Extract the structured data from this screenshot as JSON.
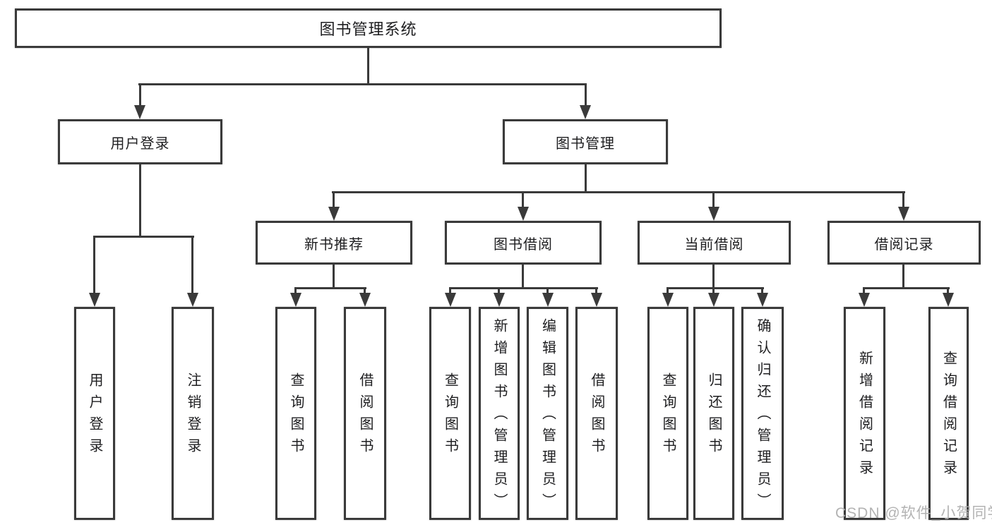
{
  "tree": {
    "root": {
      "label": "图书管理系统",
      "children": [
        {
          "label": "用户登录",
          "children": [
            {
              "label": "用户登录"
            },
            {
              "label": "注销登录"
            }
          ]
        },
        {
          "label": "图书管理",
          "children": [
            {
              "label": "新书推荐",
              "children": [
                {
                  "label": "查询图书"
                },
                {
                  "label": "借阅图书"
                }
              ]
            },
            {
              "label": "图书借阅",
              "children": [
                {
                  "label": "查询图书"
                },
                {
                  "label": "新增图书（管理员）"
                },
                {
                  "label": "编辑图书（管理员）"
                },
                {
                  "label": "借阅图书"
                }
              ]
            },
            {
              "label": "当前借阅",
              "children": [
                {
                  "label": "查询图书"
                },
                {
                  "label": "归还图书"
                },
                {
                  "label": "确认归还（管理员）"
                }
              ]
            },
            {
              "label": "借阅记录",
              "children": [
                {
                  "label": "新增借阅记录"
                },
                {
                  "label": "查询借阅记录"
                }
              ]
            }
          ]
        }
      ]
    }
  },
  "watermark": "CSDN @软件_小贺同学",
  "colors": {
    "line": "#3a3a3a",
    "text": "#1e1e20",
    "watermark": "#afafaf"
  }
}
